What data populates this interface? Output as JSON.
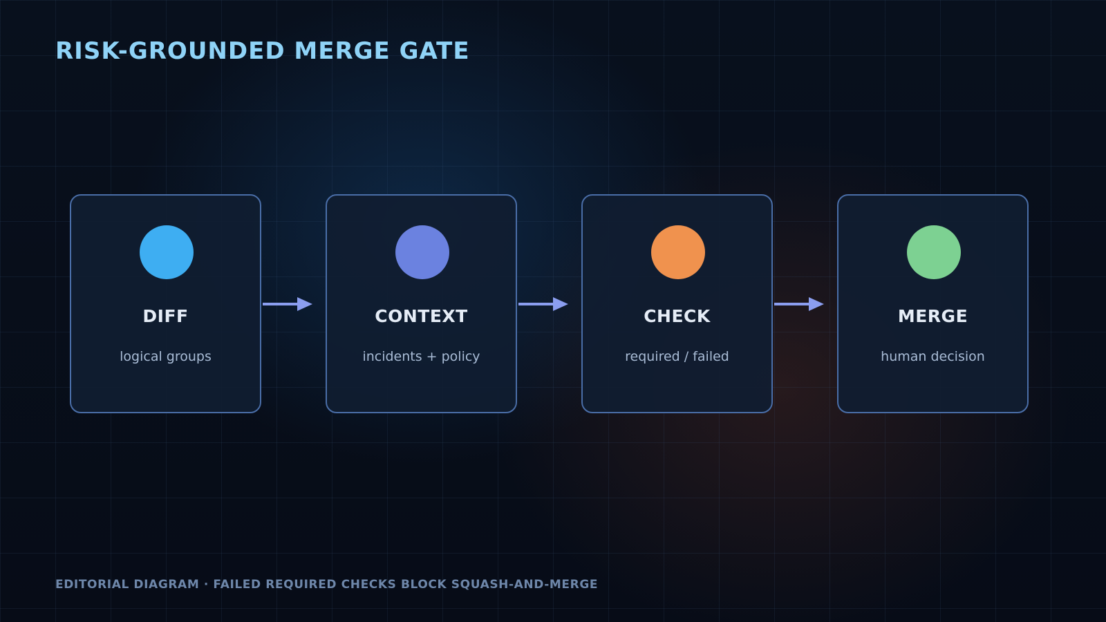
{
  "title": "RISK-GROUNDED MERGE GATE",
  "caption": "EDITORIAL DIAGRAM · FAILED REQUIRED CHECKS BLOCK SQUASH-AND-MERGE",
  "colors": {
    "title": "#8fd3f7",
    "card_border": "#4a6ea8",
    "arrow": "#8b9ef0"
  },
  "stages": [
    {
      "label": "DIFF",
      "sublabel": "logical groups",
      "color": "#3eaef2"
    },
    {
      "label": "CONTEXT",
      "sublabel": "incidents + policy",
      "color": "#6b82e0"
    },
    {
      "label": "CHECK",
      "sublabel": "required / failed",
      "color": "#f0924e"
    },
    {
      "label": "MERGE",
      "sublabel": "human decision",
      "color": "#7dd192"
    }
  ],
  "connections": [
    {
      "from": "DIFF",
      "to": "CONTEXT"
    },
    {
      "from": "CONTEXT",
      "to": "CHECK"
    },
    {
      "from": "CHECK",
      "to": "MERGE"
    }
  ]
}
